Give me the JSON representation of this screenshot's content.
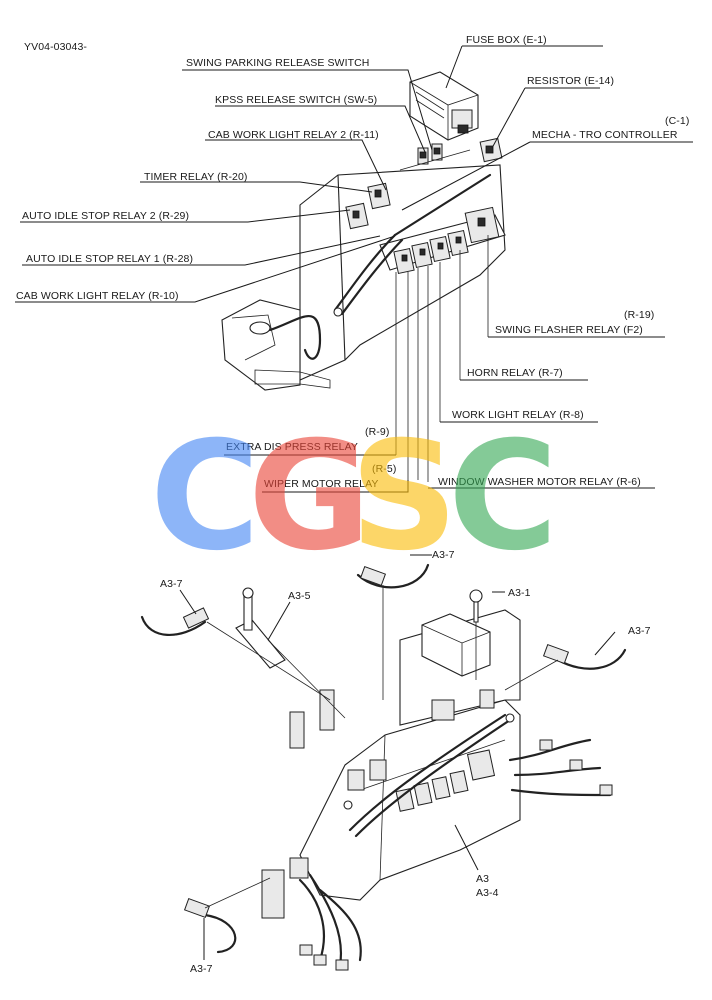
{
  "doc_code": "YV04-03043-",
  "callouts": {
    "fuse_box": "FUSE BOX   (E-1)",
    "swing_parking": "SWING PARKING RELEASE SWITCH",
    "resistor": "RESISTOR  (E-14)",
    "kpss": "KPSS RELEASE SWITCH (SW-5)",
    "mecha_code": "(C-1)",
    "mecha": "MECHA - TRO CONTROLLER",
    "cab_work_light_relay_2": "CAB WORK LIGHT RELAY 2 (R-11)",
    "timer_relay": "TIMER RELAY  (R-20)",
    "auto_idle_2": "AUTO IDLE STOP RELAY 2  (R-29)",
    "auto_idle_1": "AUTO IDLE STOP RELAY 1   (R-28)",
    "cab_work_light_relay": "CAB WORK LIGHT RELAY  (R-10)",
    "swing_flasher_code": "(R-19)",
    "swing_flasher": "SWING FLASHER RELAY (F2)",
    "horn_relay": "HORN  RELAY  (R-7)",
    "work_light_relay": "WORK LIGHT  RELAY (R-8)",
    "extra_dis_code": "(R-9)",
    "extra_dis": "EXTRA DIS PRESS RELAY",
    "wiper_code": "(R-5)",
    "wiper": "WIPER MOTOR RELAY",
    "window_washer": "WINDOW WASHER MOTOR RELAY  (R-6)"
  },
  "parts": {
    "a37_top": "A3-7",
    "a31": "A3-1",
    "a37_left": "A3-7",
    "a35": "A3-5",
    "a37_right": "A3-7",
    "a3": "A3",
    "a34": "A3-4",
    "a37_bottom": "A3-7"
  },
  "watermark": {
    "letters": [
      "C",
      "G",
      "S",
      "C"
    ],
    "colors": [
      "#4285F4",
      "#EA4335",
      "#FBBC05",
      "#34A853"
    ]
  }
}
